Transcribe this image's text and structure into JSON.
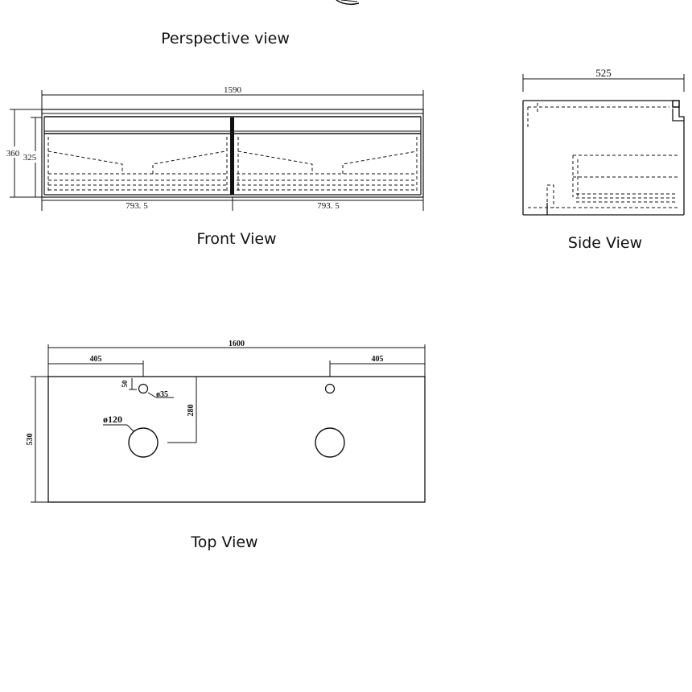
{
  "views": {
    "perspective": {
      "label": "Perspective view"
    },
    "front": {
      "label": "Front View",
      "overall_width": "1590",
      "overall_height": "360",
      "body_height": "325",
      "left_half_width": "793. 5",
      "right_half_width": "793. 5"
    },
    "side": {
      "label": "Side View",
      "depth": "525"
    },
    "top": {
      "label": "Top View",
      "overall_width": "1600",
      "left_offset": "405",
      "right_offset": "405",
      "depth": "530",
      "tap_hole_edge_offset": "50",
      "tap_hole_diameter": "ø35",
      "basin_hole_diameter": "ø120",
      "basin_center_depth": "280"
    }
  }
}
